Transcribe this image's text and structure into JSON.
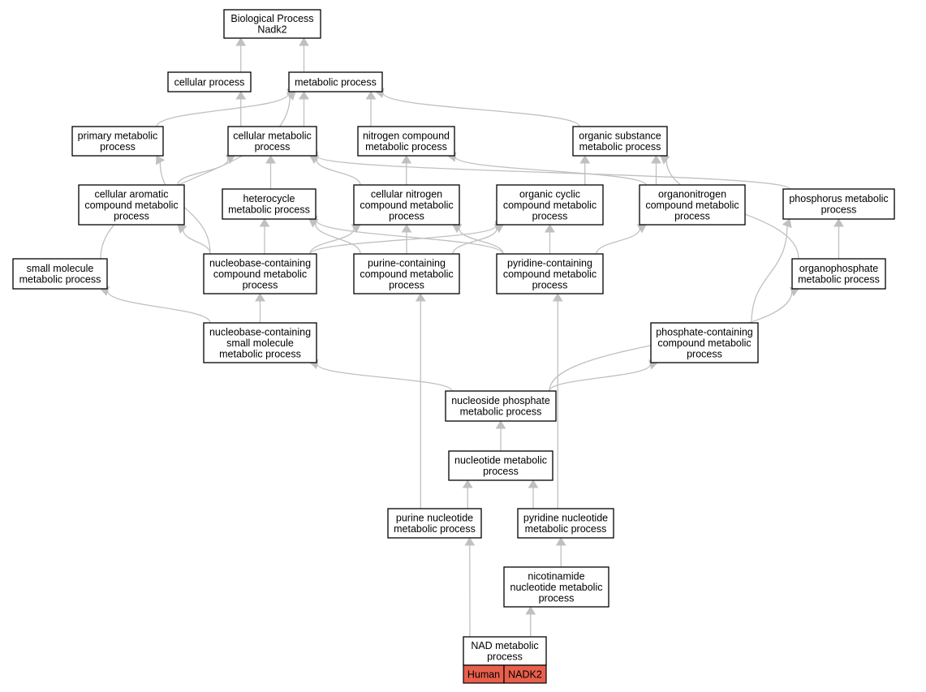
{
  "colors": {
    "edge": "#c0c0c0",
    "node_border": "#000000",
    "node_fill": "#ffffff",
    "annotation_fill": "#e8604c"
  },
  "nodes": {
    "root": [
      "Biological Process",
      "Nadk2"
    ],
    "cellular_process": [
      "cellular process"
    ],
    "metabolic_process": [
      "metabolic process"
    ],
    "primary_metabolic": [
      "primary metabolic",
      "process"
    ],
    "cellular_metabolic": [
      "cellular metabolic",
      "process"
    ],
    "nitrogen_compound": [
      "nitrogen compound",
      "metabolic process"
    ],
    "organic_substance": [
      "organic substance",
      "metabolic process"
    ],
    "cellular_aromatic": [
      "cellular aromatic",
      "compound metabolic",
      "process"
    ],
    "heterocycle": [
      "heterocycle",
      "metabolic process"
    ],
    "cellular_nitrogen": [
      "cellular nitrogen",
      "compound metabolic",
      "process"
    ],
    "organic_cyclic": [
      "organic cyclic",
      "compound metabolic",
      "process"
    ],
    "organonitrogen": [
      "organonitrogen",
      "compound metabolic",
      "process"
    ],
    "phosphorus": [
      "phosphorus metabolic",
      "process"
    ],
    "small_molecule": [
      "small molecule",
      "metabolic process"
    ],
    "nucleobase_compound": [
      "nucleobase-containing",
      "compound metabolic",
      "process"
    ],
    "purine_containing": [
      "purine-containing",
      "compound metabolic",
      "process"
    ],
    "pyridine_containing": [
      "pyridine-containing",
      "compound metabolic",
      "process"
    ],
    "organophosphate": [
      "organophosphate",
      "metabolic process"
    ],
    "nucleobase_small": [
      "nucleobase-containing",
      "small molecule",
      "metabolic process"
    ],
    "phosphate_containing": [
      "phosphate-containing",
      "compound metabolic",
      "process"
    ],
    "nucleoside_phosphate": [
      "nucleoside phosphate",
      "metabolic process"
    ],
    "nucleotide": [
      "nucleotide metabolic",
      "process"
    ],
    "purine_nucleotide": [
      "purine nucleotide",
      "metabolic process"
    ],
    "pyridine_nucleotide": [
      "pyridine nucleotide",
      "metabolic process"
    ],
    "nicotinamide": [
      "nicotinamide",
      "nucleotide metabolic",
      "process"
    ],
    "nad": [
      "NAD metabolic",
      "process"
    ]
  },
  "annotation": {
    "species": "Human",
    "gene": "NADK2"
  },
  "edges": [
    [
      "cellular_process",
      "root"
    ],
    [
      "metabolic_process",
      "root"
    ],
    [
      "primary_metabolic",
      "metabolic_process"
    ],
    [
      "cellular_metabolic",
      "metabolic_process"
    ],
    [
      "cellular_metabolic",
      "cellular_process"
    ],
    [
      "nitrogen_compound",
      "metabolic_process"
    ],
    [
      "organic_substance",
      "metabolic_process"
    ],
    [
      "small_molecule",
      "metabolic_process"
    ],
    [
      "cellular_aromatic",
      "cellular_metabolic"
    ],
    [
      "heterocycle",
      "cellular_metabolic"
    ],
    [
      "cellular_nitrogen",
      "cellular_metabolic"
    ],
    [
      "cellular_nitrogen",
      "nitrogen_compound"
    ],
    [
      "organic_cyclic",
      "organic_substance"
    ],
    [
      "organonitrogen",
      "organic_substance"
    ],
    [
      "organonitrogen",
      "nitrogen_compound"
    ],
    [
      "phosphorus",
      "cellular_metabolic"
    ],
    [
      "nucleobase_compound",
      "primary_metabolic"
    ],
    [
      "nucleobase_compound",
      "cellular_aromatic"
    ],
    [
      "nucleobase_compound",
      "heterocycle"
    ],
    [
      "nucleobase_compound",
      "cellular_nitrogen"
    ],
    [
      "nucleobase_compound",
      "organic_cyclic"
    ],
    [
      "purine_containing",
      "heterocycle"
    ],
    [
      "purine_containing",
      "cellular_nitrogen"
    ],
    [
      "purine_containing",
      "organic_cyclic"
    ],
    [
      "pyridine_containing",
      "heterocycle"
    ],
    [
      "pyridine_containing",
      "cellular_nitrogen"
    ],
    [
      "pyridine_containing",
      "organic_cyclic"
    ],
    [
      "pyridine_containing",
      "organonitrogen"
    ],
    [
      "organophosphate",
      "phosphorus"
    ],
    [
      "organophosphate",
      "organic_substance"
    ],
    [
      "nucleobase_small",
      "small_molecule"
    ],
    [
      "nucleobase_small",
      "nucleobase_compound"
    ],
    [
      "phosphate_containing",
      "phosphorus"
    ],
    [
      "nucleoside_phosphate",
      "nucleobase_small"
    ],
    [
      "nucleoside_phosphate",
      "phosphate_containing"
    ],
    [
      "nucleoside_phosphate",
      "organophosphate"
    ],
    [
      "nucleotide",
      "nucleoside_phosphate"
    ],
    [
      "purine_nucleotide",
      "nucleotide"
    ],
    [
      "purine_nucleotide",
      "purine_containing"
    ],
    [
      "pyridine_nucleotide",
      "nucleotide"
    ],
    [
      "pyridine_nucleotide",
      "pyridine_containing"
    ],
    [
      "nicotinamide",
      "pyridine_nucleotide"
    ],
    [
      "nad",
      "purine_nucleotide"
    ],
    [
      "nad",
      "nicotinamide"
    ]
  ]
}
